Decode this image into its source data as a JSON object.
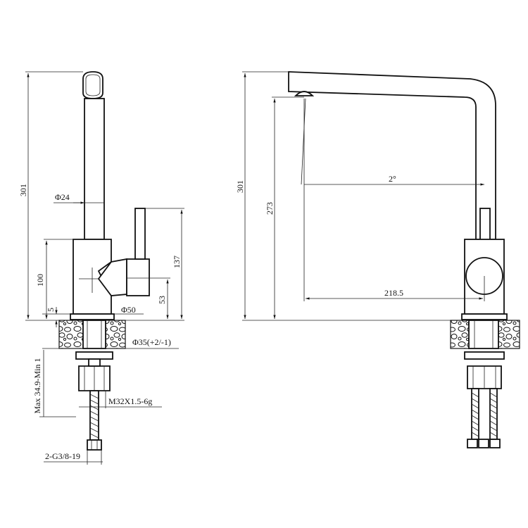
{
  "side_view": {
    "dim_total_height": "301",
    "dim_spout_diameter": "Φ24",
    "dim_body_height": "100",
    "dim_deck_gap": "5",
    "dim_base_diameter": "Φ50",
    "dim_handle_height": "137",
    "dim_handle_center": "53",
    "dim_hole_diameter": "Φ35(+2/-1)",
    "dim_deck_thickness": "Max 34.9-Min 1",
    "dim_thread": "M32X1.5-6g",
    "dim_hose_thread": "2-G3/8-19"
  },
  "front_view": {
    "dim_total_height": "301",
    "dim_outlet_height": "273",
    "dim_angle": "2°",
    "dim_reach": "218.5"
  }
}
